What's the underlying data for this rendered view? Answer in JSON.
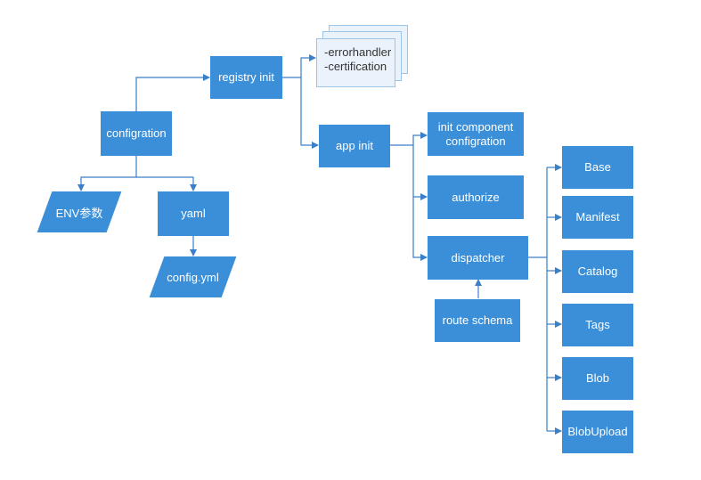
{
  "colors": {
    "node": "#3a8fd8",
    "line": "#3a7fc8",
    "doc_fill": "#eaf2fb",
    "doc_border": "#9cc3e8"
  },
  "nodes": {
    "configration": "configration",
    "registry_init": "registry init",
    "app_init": "app init",
    "env": "ENV参数",
    "yaml": "yaml",
    "config_yml": "config.yml",
    "init_component": [
      "init component",
      "configration"
    ],
    "authorize": "authorize",
    "dispatcher": "dispatcher",
    "route_schema": "route schema",
    "errorhandler_doc": [
      "-errorhandler",
      "-certification"
    ],
    "base": "Base",
    "manifest": "Manifest",
    "catalog": "Catalog",
    "tags": "Tags",
    "blob": "Blob",
    "blob_upload": "BlobUpload"
  }
}
